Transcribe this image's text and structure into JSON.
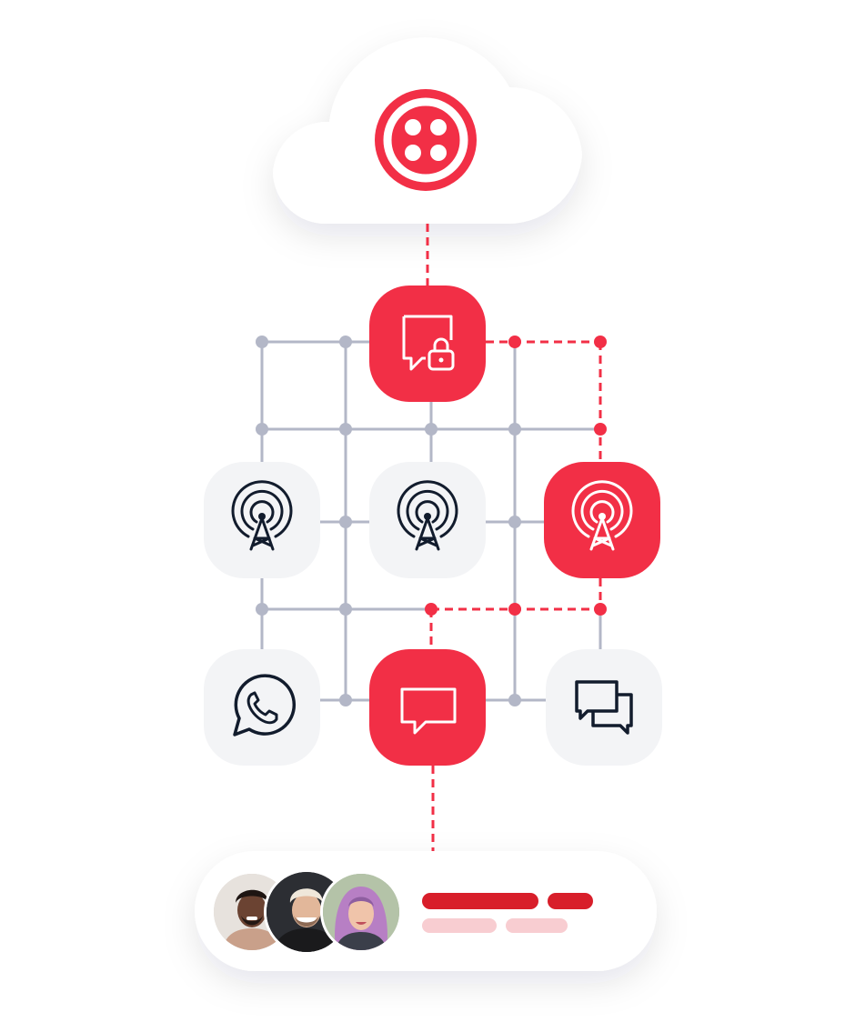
{
  "brand": {
    "logo_icon": "twilio-logo-icon",
    "accent": "#F22F46",
    "accent_dark": "#D81E2A",
    "accent_light": "#F8CDD1",
    "grid_line": "#B3B7C7",
    "tile_bg": "#F3F4F6",
    "icon_stroke": "#121C2D"
  },
  "nodes": [
    {
      "name": "secure-message-node",
      "icon": "secure-message-icon",
      "active": true
    },
    {
      "name": "tower-node-left",
      "icon": "radio-tower-icon",
      "active": false
    },
    {
      "name": "tower-node-center",
      "icon": "radio-tower-icon",
      "active": false
    },
    {
      "name": "tower-node-right",
      "icon": "radio-tower-icon",
      "active": true
    },
    {
      "name": "whatsapp-node",
      "icon": "whatsapp-icon",
      "active": false
    },
    {
      "name": "sms-node",
      "icon": "chat-bubble-icon",
      "active": true
    },
    {
      "name": "conversations-node",
      "icon": "conversations-icon",
      "active": false
    }
  ],
  "recipients": {
    "avatars": [
      "avatar-man-beard",
      "avatar-man-bleached-hair",
      "avatar-woman-pink-hair"
    ],
    "text_placeholders": 4
  }
}
